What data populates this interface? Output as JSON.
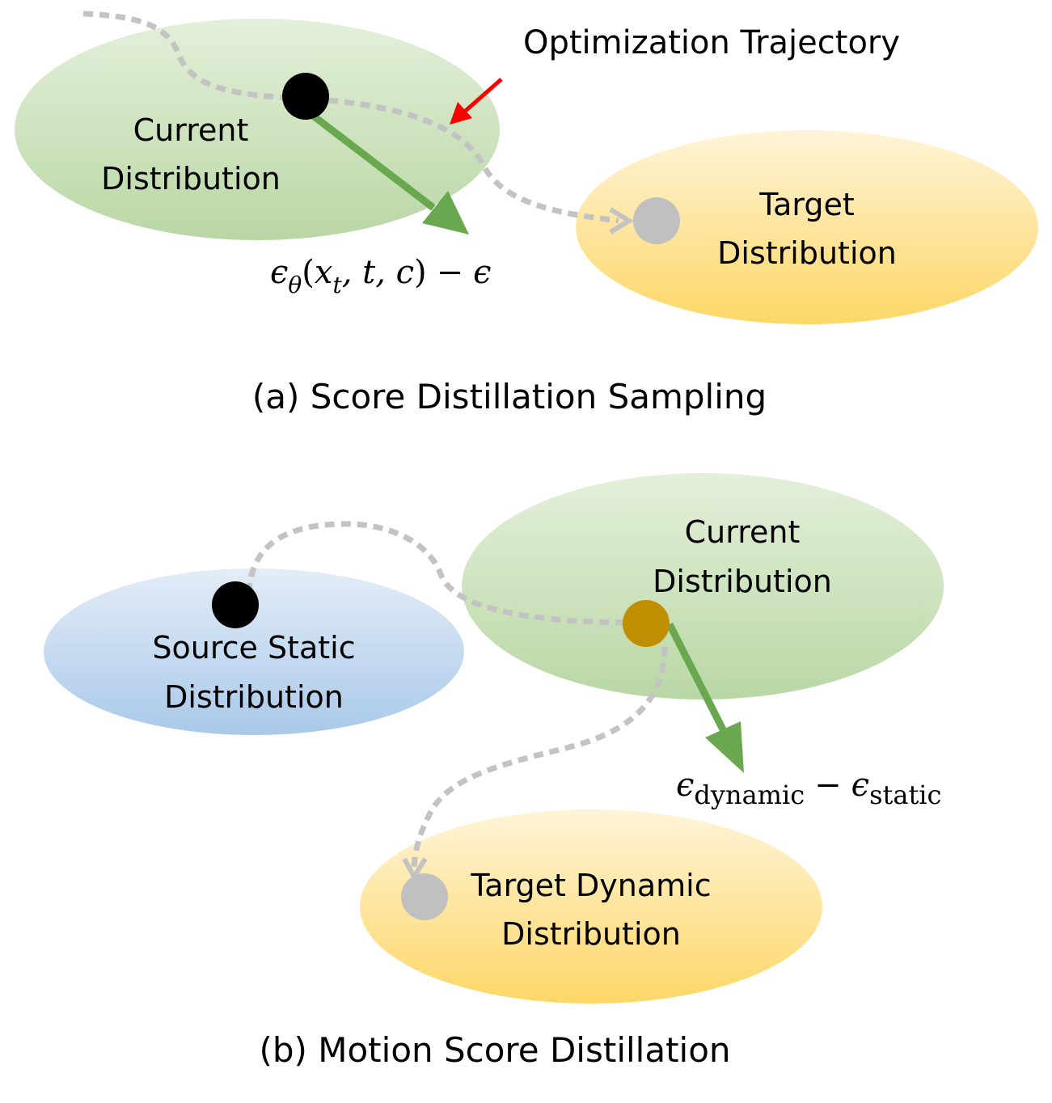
{
  "panel_a": {
    "caption": "(a) Score Distillation Sampling",
    "current_line1": "Current",
    "current_line2": "Distribution",
    "target_line1": "Target",
    "target_line2": "Distribution",
    "trajectory_label": "Optimization Trajectory",
    "gradient": {
      "eps": "ϵ",
      "theta": "θ",
      "open": "(",
      "x": "x",
      "t_sub": "t",
      "args_rest": ", t, c",
      "close": ")",
      "minus": "−",
      "eps_end": "ϵ"
    }
  },
  "panel_b": {
    "caption": "(b) Motion Score Distillation",
    "current_line1": "Current",
    "current_line2": "Distribution",
    "source_line1": "Source Static",
    "source_line2": "Distribution",
    "target_line1": "Target Dynamic",
    "target_line2": "Distribution",
    "gradient": {
      "eps1": "ϵ",
      "sub1": "dynamic",
      "minus": "−",
      "eps2": "ϵ",
      "sub2": "static"
    }
  },
  "colors": {
    "green_ellipse_top": "#e4f0da",
    "green_ellipse_bottom": "#b9d7a5",
    "yellow_ellipse_top": "#fff4d8",
    "yellow_ellipse_bottom": "#fdd767",
    "blue_ellipse_top": "#e3edf7",
    "blue_ellipse_bottom": "#a9c9ea",
    "gradient_arrow": "#6aa84f",
    "trajectory": "#c3c3c3",
    "pointer_arrow": "#ff0000",
    "start_point": "#000000",
    "target_point": "#c0c0c0",
    "current_point_b": "#bf8f00"
  }
}
